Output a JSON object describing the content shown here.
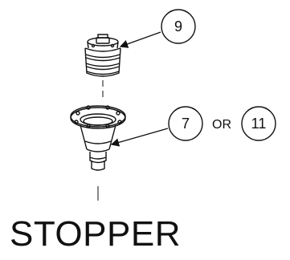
{
  "title": "STOPPER",
  "callouts": {
    "top": "9",
    "left": "7",
    "right": "11",
    "joiner": "OR"
  },
  "colors": {
    "line": "#111111",
    "background": "#ffffff"
  }
}
